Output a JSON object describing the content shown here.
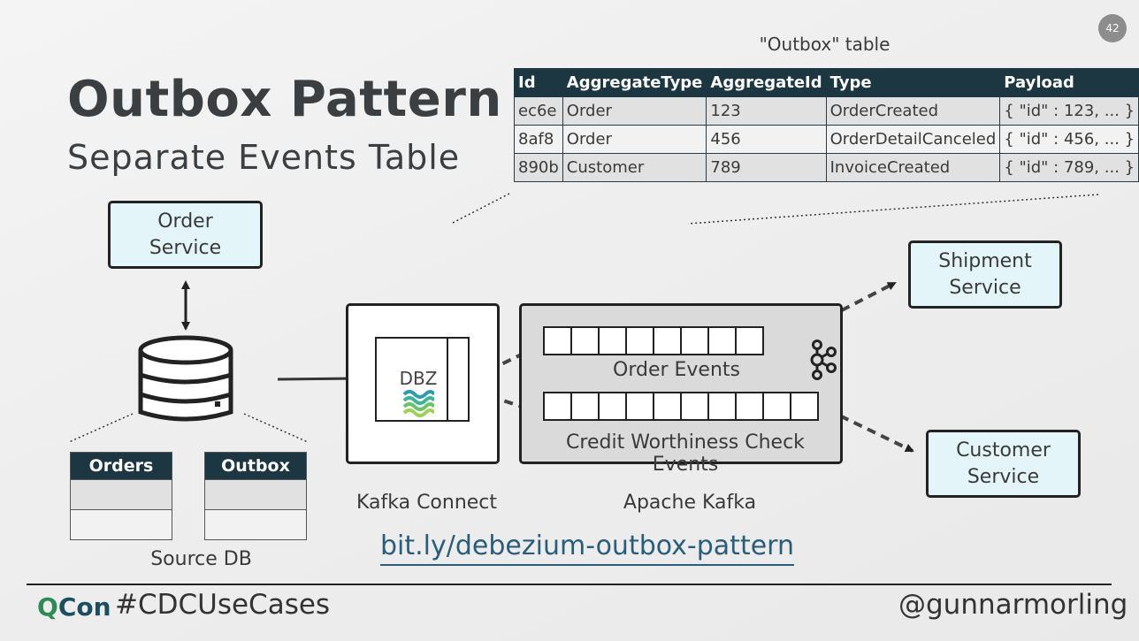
{
  "slide": {
    "title": "Outbox Pattern",
    "subtitle": "Separate Events Table",
    "page_number": "42"
  },
  "outbox_table": {
    "caption": "\"Outbox\" table",
    "headers": [
      "Id",
      "AggregateType",
      "AggregateId",
      "Type",
      "Payload"
    ],
    "rows": [
      [
        "ec6e",
        "Order",
        "123",
        "OrderCreated",
        "{ \"id\" : 123, ... }"
      ],
      [
        "8af8",
        "Order",
        "456",
        "OrderDetailCanceled",
        "{ \"id\" : 456, ... }"
      ],
      [
        "890b",
        "Customer",
        "789",
        "InvoiceCreated",
        "{ \"id\" : 789, ... }"
      ]
    ]
  },
  "services": {
    "order": "Order Service",
    "order_lines": [
      "Order",
      "Service"
    ],
    "shipment_lines": [
      "Shipment",
      "Service"
    ],
    "customer_lines": [
      "Customer",
      "Service"
    ]
  },
  "source_db": {
    "label": "Source DB",
    "tables": [
      "Orders",
      "Outbox"
    ]
  },
  "kafka_connect": {
    "label": "Kafka Connect",
    "connector": "DBZ"
  },
  "kafka": {
    "label": "Apache Kafka",
    "topics": [
      "Order Events",
      "Credit Worthiness Check Events"
    ]
  },
  "link": "bit.ly/debezium-outbox-pattern",
  "footer": {
    "brand_q": "Q",
    "brand_con": "Con",
    "hashtag": "#CDCUseCases",
    "handle": "@gunnarmorling"
  },
  "colors": {
    "table_header": "#1c3642",
    "service_fill": "#e3f5f9",
    "brand_q": "#2e8b57",
    "brand_con": "#1e4e5e",
    "link": "#2a5d7a"
  }
}
